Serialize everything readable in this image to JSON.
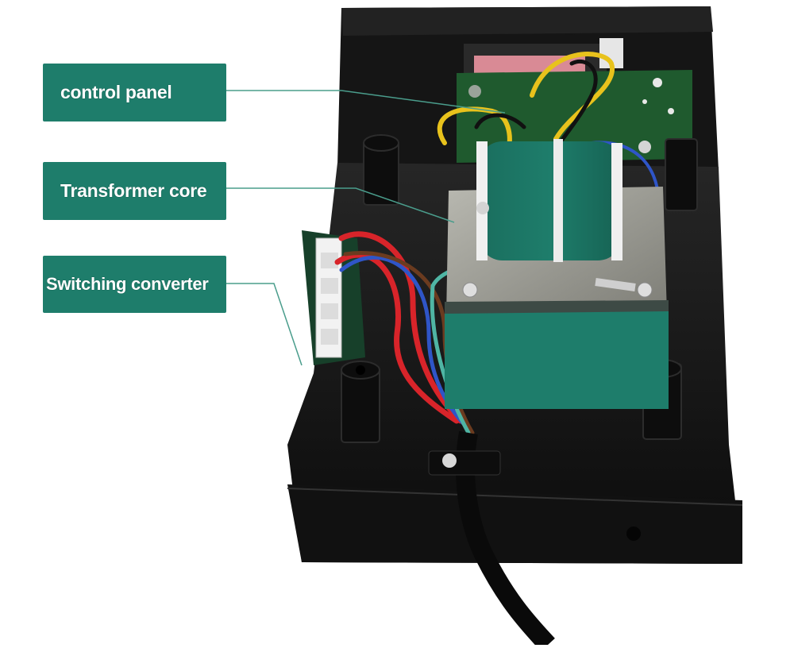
{
  "labels": {
    "control_panel": "control panel",
    "transformer_core": "Transformer core",
    "switching_converter": "Switching converter"
  },
  "colors": {
    "label_background": "#1e7d6b",
    "label_text": "#ffffff",
    "leader_line": "#4a9d8c",
    "enclosure": "#141414",
    "pcb": "#1f5a2e",
    "transformer_coil": "#1e7d6b"
  }
}
